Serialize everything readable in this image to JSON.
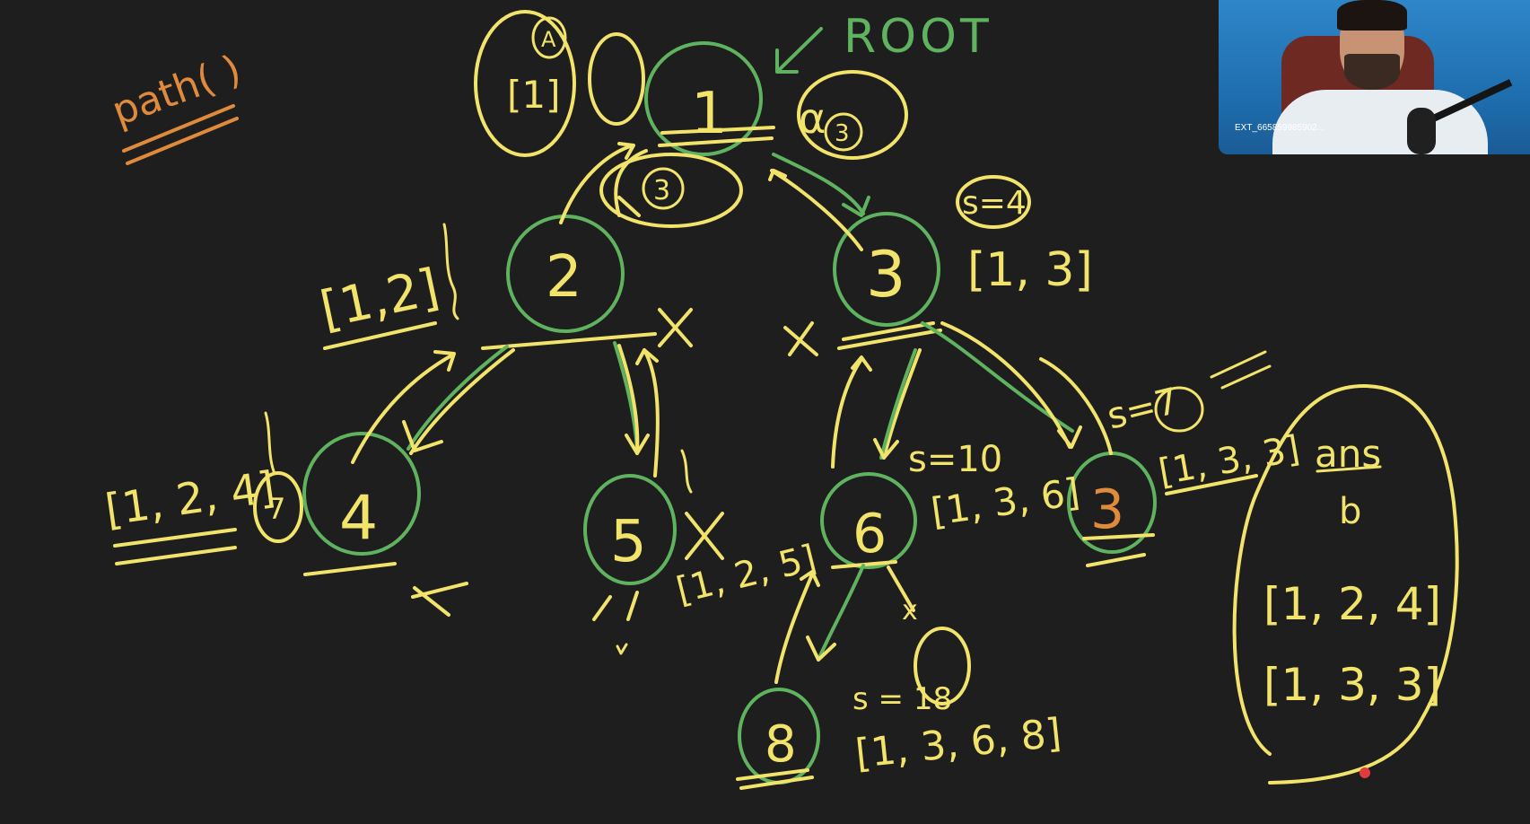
{
  "colors": {
    "background": "#1e1e1f",
    "ink_yellow": "#f2e36b",
    "ink_green": "#5fb35f",
    "ink_orange": "#e08a3c"
  },
  "labels": {
    "function_name": "path( )",
    "root_label": "ROOT"
  },
  "tree": {
    "nodes": [
      {
        "id": "n1",
        "value": "1"
      },
      {
        "id": "n2",
        "value": "2"
      },
      {
        "id": "n3",
        "value": "3"
      },
      {
        "id": "n4",
        "value": "4"
      },
      {
        "id": "n5",
        "value": "5"
      },
      {
        "id": "n6",
        "value": "6"
      },
      {
        "id": "n3b",
        "value": "3"
      },
      {
        "id": "n8",
        "value": "8"
      }
    ]
  },
  "annotations": {
    "root_left_circle_a": "A",
    "root_left_path": "[1]",
    "root_right_alpha": "α",
    "root_right_circled": "3",
    "root_below_circled": "3",
    "n3_sum": "s=4",
    "n3_path": "[1, 3]",
    "n2_path": "[1,2]",
    "n4_path": "[1, 2, 4]",
    "n4_circled": "7",
    "n5_path": "[1, 2, 5]",
    "n6_sum": "s=10",
    "n6_path": "[1, 3, 6]",
    "n3b_sum": "s=7",
    "n3b_path": "[1, 3, 3]",
    "n8_sum": "s = 18",
    "n8_path": "[1, 3, 6, 8]",
    "cross_mark": "x"
  },
  "answer_box": {
    "title": "ans",
    "subtitle": "b",
    "paths": [
      "[1, 2, 4]",
      "[1, 3, 3]"
    ]
  },
  "webcam": {
    "overlay_text": "EXT_665859985902..."
  }
}
